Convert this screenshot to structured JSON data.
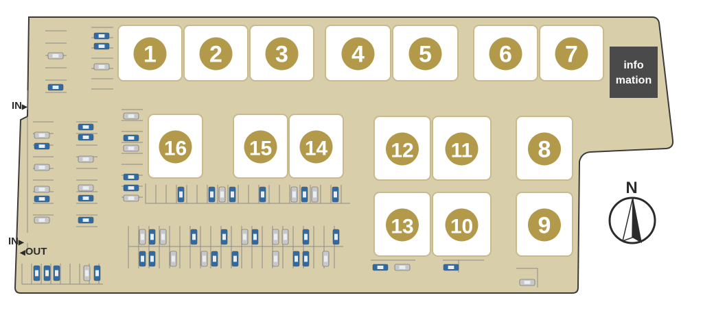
{
  "colors": {
    "ground": "#d9ceaa",
    "outline": "#3a3a3a",
    "shop_fill": "#ffffff",
    "shop_stroke": "#c9b98d",
    "badge": "#b39a4b",
    "info_box": "#4a4a4a",
    "car_blue": "#2f6aa4",
    "car_grey": "#c8c8c8",
    "line": "#8a8a8a"
  },
  "shops": [
    "1",
    "2",
    "3",
    "4",
    "5",
    "6",
    "7",
    "16",
    "15",
    "14",
    "12",
    "11",
    "8",
    "13",
    "10",
    "9"
  ],
  "info": {
    "line1": "info",
    "line2": "mation"
  },
  "entrances": {
    "top_in": "IN",
    "bottom_in": "IN",
    "out": "OUT"
  },
  "compass": {
    "label": "N",
    "icon": "north-arrow-icon"
  }
}
